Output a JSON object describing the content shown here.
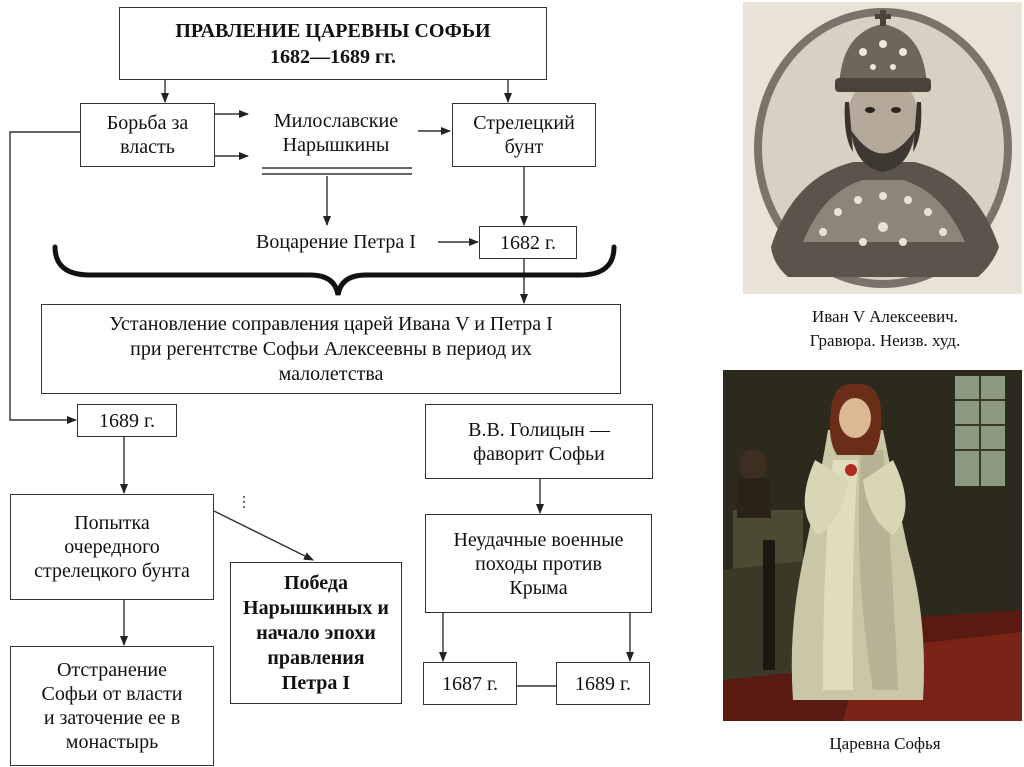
{
  "diagram": {
    "title": "ПРАВЛЕНИЕ ЦАРЕВНЫ СОФЬИ\n1682—1689 гг.",
    "struggle": "Борьба за\nвласть",
    "factions": "Милославские\nНарышкины",
    "revolt": "Стрелецкий\nбунт",
    "accession": "Воцарение Петра I",
    "year_1682": "1682 г.",
    "co_rule": "Установление соправления царей Ивана V и Петра I\nпри регентстве Софьи Алексеевны в период их\nмалолетства",
    "year_1689_left": "1689 г.",
    "golitsyn": "В.В. Голицын —\nфаворит Софьи",
    "attempt": "Попытка\nочередного\nстрелецкого бунта",
    "campaigns": "Неудачные военные\nпоходы против\nКрыма",
    "victory": "Победа\nНарышкиных и\nначало эпохи\nправления\nПетра I",
    "removal": "Отстранение\nСофьи от власти\nи заточение ее в\nмонастырь",
    "year_1687": "1687 г.",
    "year_1689_right": "1689 г."
  },
  "portraits": {
    "ivan_caption": "Иван V Алексеевич.\nГравюра. Неизв. худ.",
    "sofia_caption": "Царевна Софья"
  }
}
